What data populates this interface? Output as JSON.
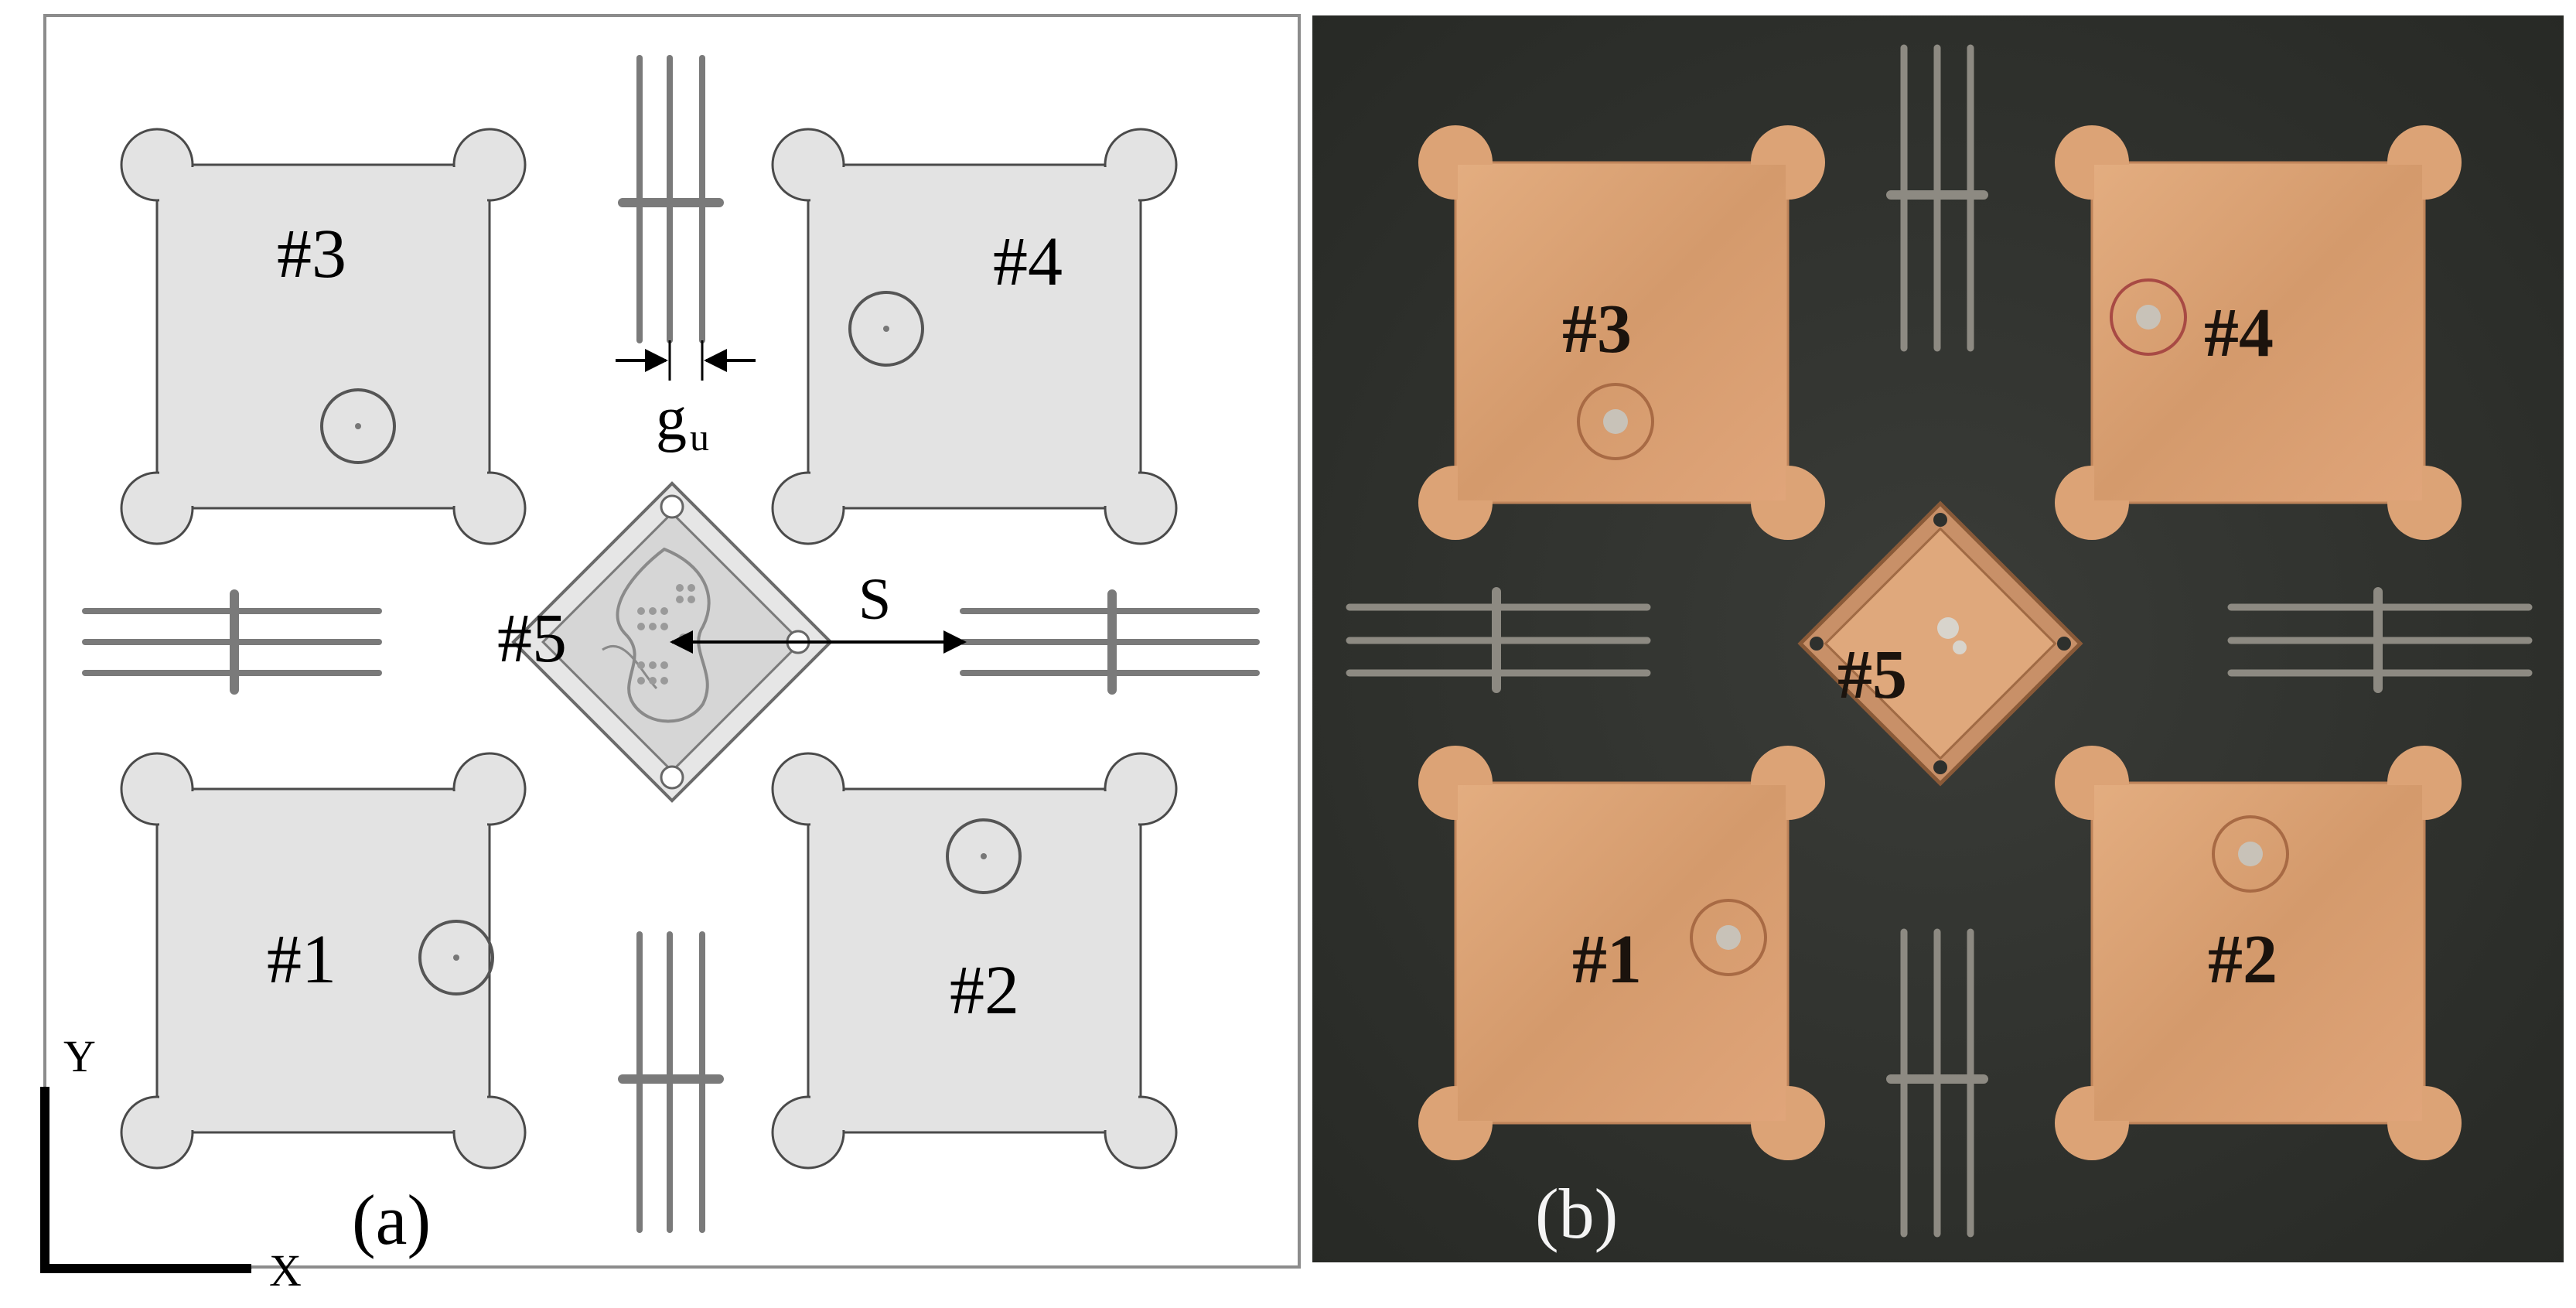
{
  "colors": {
    "background": "#ffffff",
    "frame": "#8c8c8c",
    "patch_fill": "#e3e3e3",
    "patch_stroke": "#4a4a4a",
    "strip": "#7a7a7a",
    "arrow": "#000000",
    "board": "#2e302d",
    "copper": "#d89f72",
    "copper_edge": "#bf845a",
    "board_strip": "#8d8a82"
  },
  "panel_a": {
    "caption": "(a)",
    "patch_labels": [
      "#1",
      "#2",
      "#3",
      "#4"
    ],
    "center_label": "#5",
    "gap_label": "g",
    "gap_subscript": "u",
    "spacing_label": "S",
    "axis_x": "X",
    "axis_y": "Y"
  },
  "panel_b": {
    "caption": "(b)",
    "patch_labels": [
      "#1",
      "#2",
      "#3",
      "#4"
    ],
    "center_label": "#5"
  }
}
